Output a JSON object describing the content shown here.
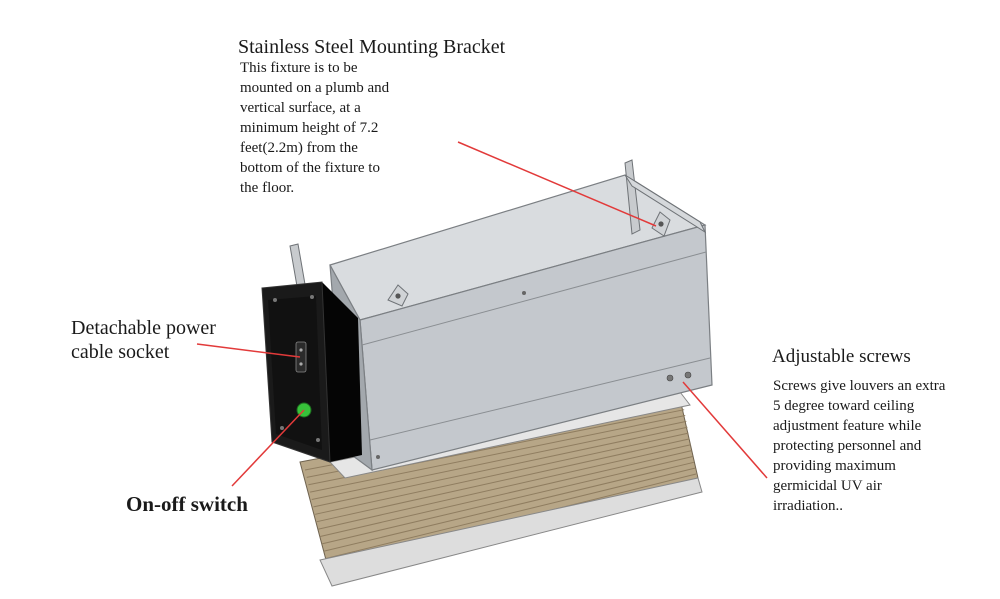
{
  "colors": {
    "leader_line": "#e23a3a",
    "housing_light": "#c4c8cd",
    "housing_top": "#d9dcdf",
    "housing_dark": "#a3a8ad",
    "end_cap": "#111111",
    "switch": "#37c23a",
    "louver": "#b7a687",
    "louver_stripe": "#8f7d60"
  },
  "labels": {
    "bracket": {
      "title": "Stainless Steel Mounting Bracket",
      "lines": [
        "This fixture is to be",
        "mounted on a plumb and",
        "vertical surface, at a",
        "minimum height of 7.2",
        "feet(2.2m) from the",
        "bottom of the fixture to",
        "the floor."
      ]
    },
    "socket": {
      "lines": [
        "Detachable power",
        "cable socket"
      ]
    },
    "switch": {
      "title": "On-off switch"
    },
    "screws": {
      "title": "Adjustable screws",
      "lines": [
        "Screws give louvers an extra",
        "5 degree toward ceiling",
        "adjustment feature while",
        "protecting personnel and",
        "providing maximum",
        "germicidal UV air",
        "irradiation.."
      ]
    }
  }
}
